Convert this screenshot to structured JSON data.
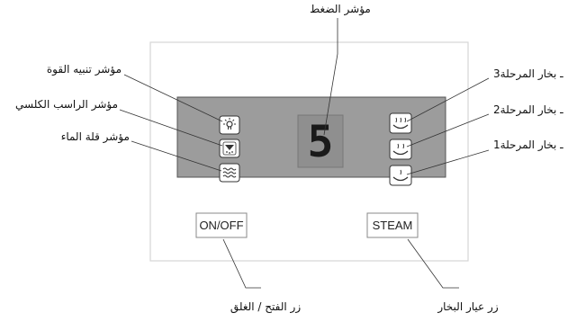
{
  "labels": {
    "pressure_indicator": "مؤشر الضغط",
    "power_alert": "مؤشر تنبيه القوة",
    "limescale": "مؤشر الراسب الكلسي",
    "low_water": "مؤشر قلة الماء",
    "steam_level_3": "3ـ بخار المرحلة",
    "steam_level_2": "2ـ بخار المرحلة",
    "steam_level_1": "1ـ بخار المرحلة",
    "on_off_caption": "زر الفتح / الغلق",
    "steam_caption": "زر عيار البخار"
  },
  "buttons": {
    "on_off": "ON/OFF",
    "steam": "STEAM"
  },
  "display": {
    "digit": "5"
  },
  "icons": {
    "left": [
      "lightbulb-icon",
      "limescale-icon",
      "water-waves-icon"
    ],
    "right": [
      "steam-level-3-icon",
      "steam-level-2-icon",
      "steam-level-1-icon"
    ]
  },
  "colors": {
    "panel": "#9c9c9c",
    "panel_border": "#555555",
    "digit": "#1a1a1a",
    "line": "#333333"
  }
}
